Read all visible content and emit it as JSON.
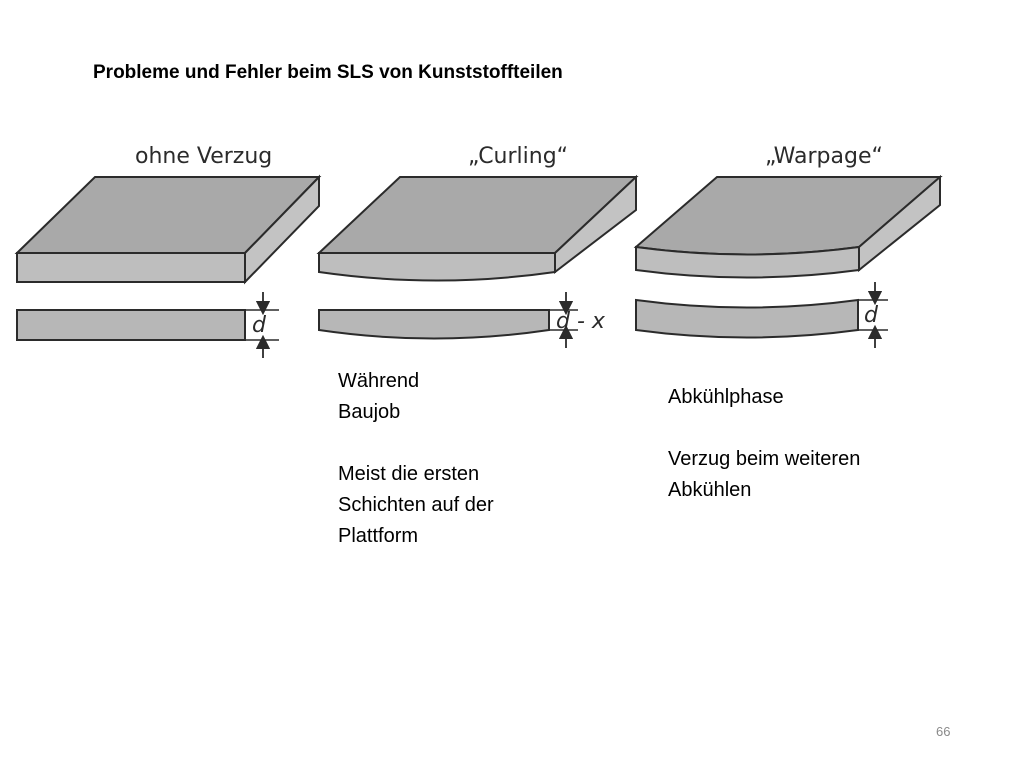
{
  "slide": {
    "title": "Probleme und Fehler beim SLS von Kunststoffteilen",
    "page_number": "66"
  },
  "figure": {
    "panels": [
      {
        "id": "ohne-verzug",
        "label": "ohne Verzug",
        "dimension_label": "d"
      },
      {
        "id": "curling",
        "label": "„Curling“",
        "dimension_label": "d - x"
      },
      {
        "id": "warpage",
        "label": "„Warpage“",
        "dimension_label": "d"
      }
    ],
    "colors": {
      "top_face": "#a9a9a9",
      "side_face": "#c3c3c3",
      "front_face": "#bebebe",
      "section": "#b7b7b7",
      "stroke": "#2b2b2b"
    }
  },
  "notes": {
    "curling": {
      "line1": "Während",
      "line2": "Baujob",
      "line3": "Meist die ersten",
      "line4": "Schichten auf der",
      "line5": "Plattform"
    },
    "warpage": {
      "line1": "Abkühlphase",
      "line2": "Verzug beim weiteren",
      "line3": "Abkühlen"
    }
  }
}
